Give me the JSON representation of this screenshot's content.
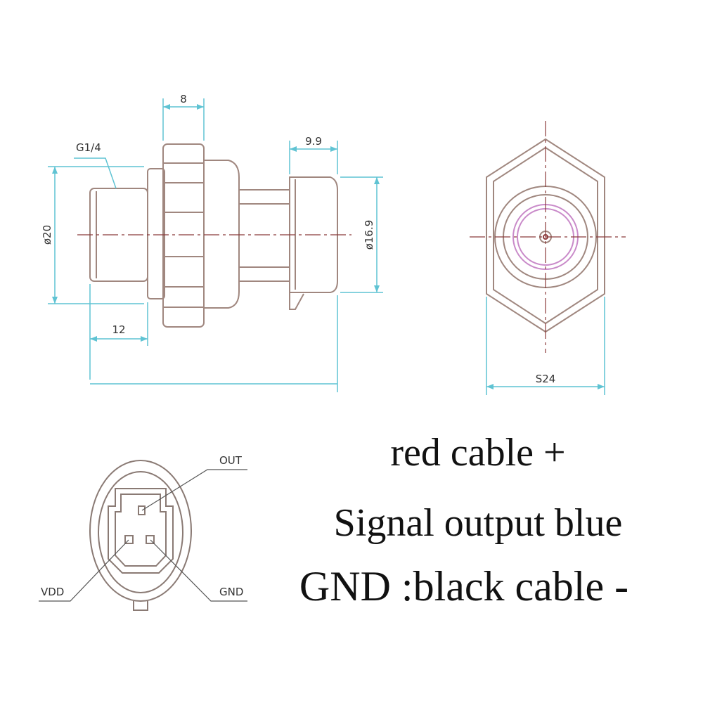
{
  "dimensions": {
    "width_8": "8",
    "width_9_9": "9.9",
    "thread": "G1/4",
    "dia_20": "ø20",
    "dia_16_9": "ø16.9",
    "length_12": "12",
    "hex_s24": "S24"
  },
  "pins": {
    "out": "OUT",
    "vdd": "VDD",
    "gnd": "GND"
  },
  "notes": {
    "line1": "red cable +",
    "line2": "Signal output blue",
    "line3": "GND :black cable -"
  },
  "colors": {
    "outline": "#a0877f",
    "dimension": "#5fc3d3",
    "centerline": "#8b3a3a",
    "sensor_ring": "#c98ac9"
  }
}
